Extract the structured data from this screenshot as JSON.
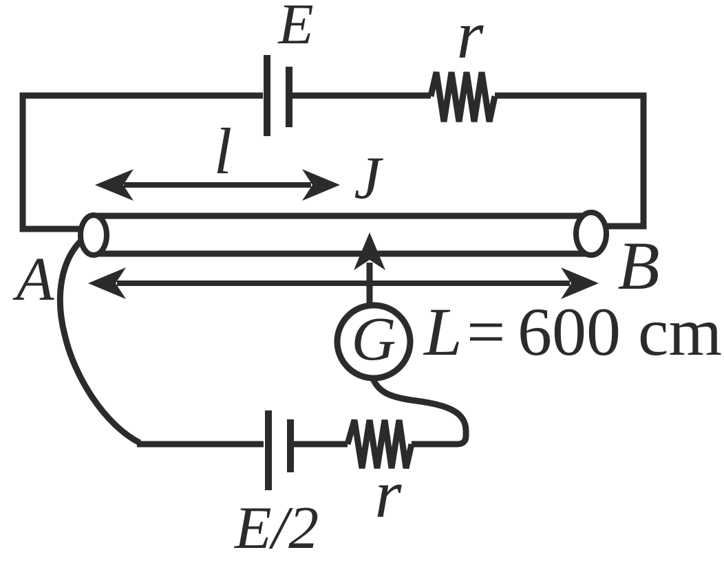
{
  "figure": {
    "description": "Potentiometer circuit diagram",
    "colors": {
      "ink": "#2b2b2b",
      "background": "#ffffff"
    },
    "labels": {
      "main_emf": "E",
      "main_internal_resistance": "r",
      "balance_length": "l",
      "jockey": "J",
      "end_a": "A",
      "end_b": "B",
      "galvanometer": "G",
      "total_length_prefix": "L=",
      "total_length_value": "600 cm",
      "secondary_emf": "E/2",
      "secondary_resistance": "r"
    }
  }
}
